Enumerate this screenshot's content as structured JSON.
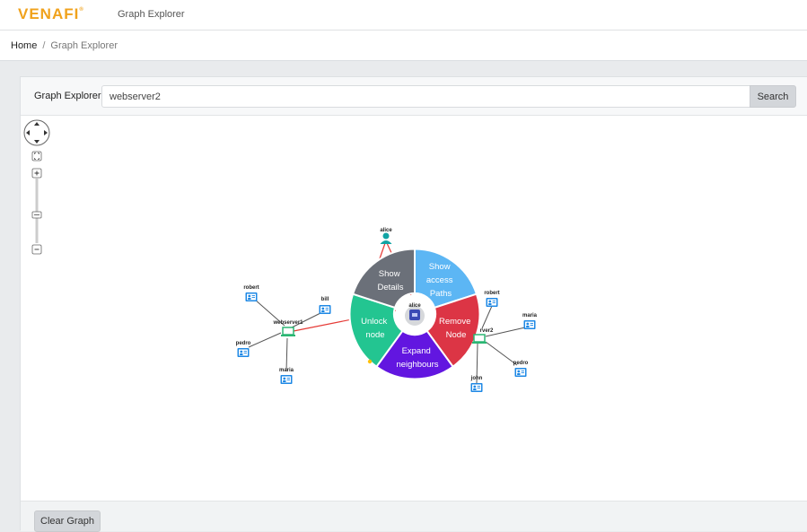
{
  "header": {
    "logo_text": "VENAFI",
    "nav_title": "Graph Explorer"
  },
  "breadcrumb": {
    "home": "Home",
    "separator": "/",
    "current": "Graph Explorer"
  },
  "search": {
    "label": "Graph Explorer",
    "value": "webserver2",
    "button": "Search"
  },
  "graph": {
    "nodes": {
      "alice_top": "alice",
      "robert_left": "robert",
      "bill": "bill",
      "webserver1": "webserver1",
      "pedro_left": "pedro",
      "maria_left": "maria",
      "alice_center": "alice",
      "robert_right": "robert",
      "webserver2_partial": "rver2",
      "maria_right": "maria",
      "pedro_right": "pedro",
      "john": "john"
    },
    "radial_menu": {
      "show_details": [
        "Show",
        "Details"
      ],
      "show_access_paths": [
        "Show",
        "access",
        "Paths"
      ],
      "remove_node": [
        "Remove",
        "Node"
      ],
      "expand_neighbours": [
        "Expand",
        "neighbours"
      ],
      "unlock_node": [
        "Unlock",
        "node"
      ]
    },
    "menu_colors": {
      "show_details": "#6b7079",
      "show_access_paths": "#5cb6f4",
      "remove_node": "#dc3545",
      "expand_neighbours": "#6216e0",
      "unlock_node": "#23c591"
    }
  },
  "footer": {
    "clear_button": "Clear Graph"
  }
}
